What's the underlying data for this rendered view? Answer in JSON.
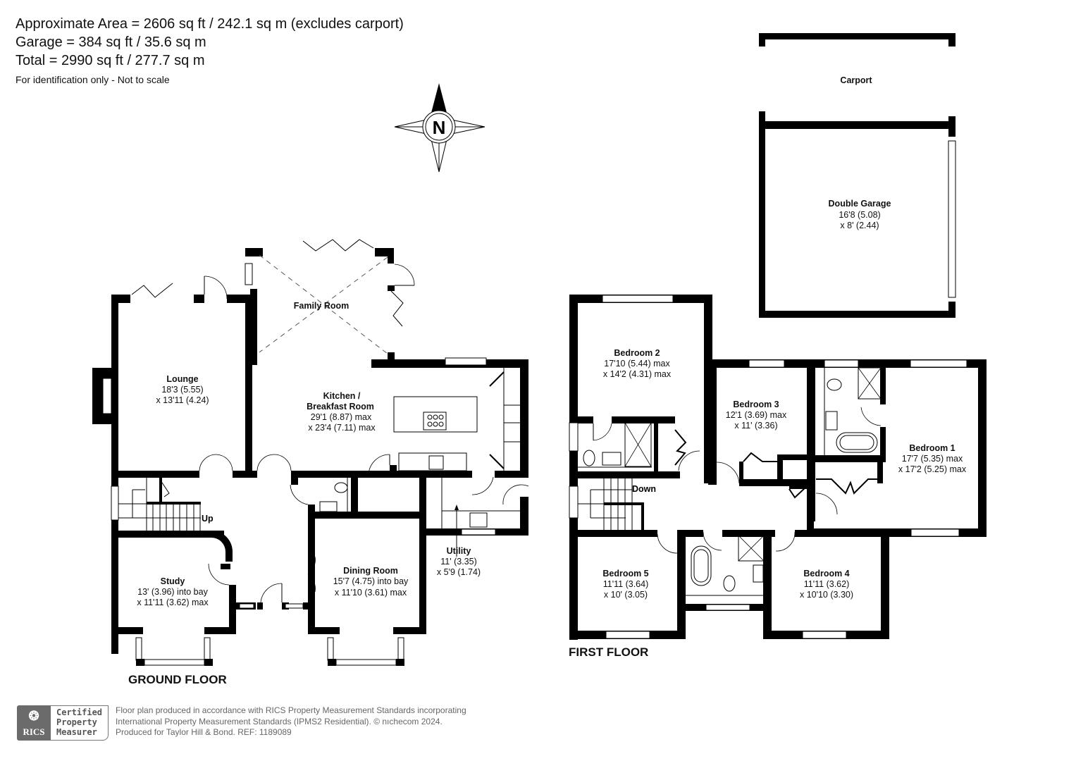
{
  "summary": {
    "approx_area": "Approximate Area = 2606 sq ft / 242.1 sq m (excludes carport)",
    "garage": "Garage = 384 sq ft / 35.6 sq m",
    "total": "Total = 2990 sq ft / 277.7 sq m",
    "disclaimer": "For identification only - Not to scale"
  },
  "compass": {
    "label": "N",
    "icon": "compass-rose-icon"
  },
  "ground_floor": {
    "title": "GROUND FLOOR",
    "stairs_label": "Up",
    "rooms": {
      "lounge": {
        "name": "Lounge",
        "dim1": "18'3 (5.55)",
        "dim2": "x 13'11 (4.24)"
      },
      "family": {
        "name": "Family Room"
      },
      "kitchen": {
        "name1": "Kitchen /",
        "name2": "Breakfast Room",
        "dim1": "29'1 (8.87) max",
        "dim2": "x 23'4 (7.11) max"
      },
      "study": {
        "name": "Study",
        "dim1": "13' (3.96) into bay",
        "dim2": "x 11'11 (3.62) max"
      },
      "dining": {
        "name": "Dining Room",
        "dim1": "15'7 (4.75) into bay",
        "dim2": "x 11'10 (3.61) max"
      },
      "utility": {
        "name": "Utility",
        "dim1": "11' (3.35)",
        "dim2": "x 5'9 (1.74)"
      }
    }
  },
  "first_floor": {
    "title": "FIRST FLOOR",
    "stairs_label": "Down",
    "rooms": {
      "bedroom2": {
        "name": "Bedroom 2",
        "dim1": "17'10 (5.44) max",
        "dim2": "x 14'2 (4.31) max"
      },
      "bedroom3": {
        "name": "Bedroom 3",
        "dim1": "12'1 (3.69) max",
        "dim2": "x 11' (3.36)"
      },
      "bedroom1": {
        "name": "Bedroom 1",
        "dim1": "17'7 (5.35) max",
        "dim2": "x 17'2 (5.25) max"
      },
      "bedroom5": {
        "name": "Bedroom 5",
        "dim1": "11'11 (3.64)",
        "dim2": "x 10' (3.05)"
      },
      "bedroom4": {
        "name": "Bedroom 4",
        "dim1": "11'11 (3.62)",
        "dim2": "x 10'10 (3.30)"
      }
    }
  },
  "outbuildings": {
    "carport": {
      "name": "Carport"
    },
    "garage": {
      "name": "Double Garage",
      "dim1": "16'8 (5.08)",
      "dim2": "x 8' (2.44)"
    }
  },
  "footer": {
    "logo_text": "RICS",
    "badge_line1": "Certified",
    "badge_line2": "Property",
    "badge_line3": "Measurer",
    "line1": "Floor plan produced in accordance with RICS Property Measurement Standards incorporating",
    "line2": "International Property Measurement Standards (IPMS2 Residential).   © nıchecom 2024.",
    "line3": "Produced for Taylor Hill & Bond.   REF: 1189089"
  }
}
